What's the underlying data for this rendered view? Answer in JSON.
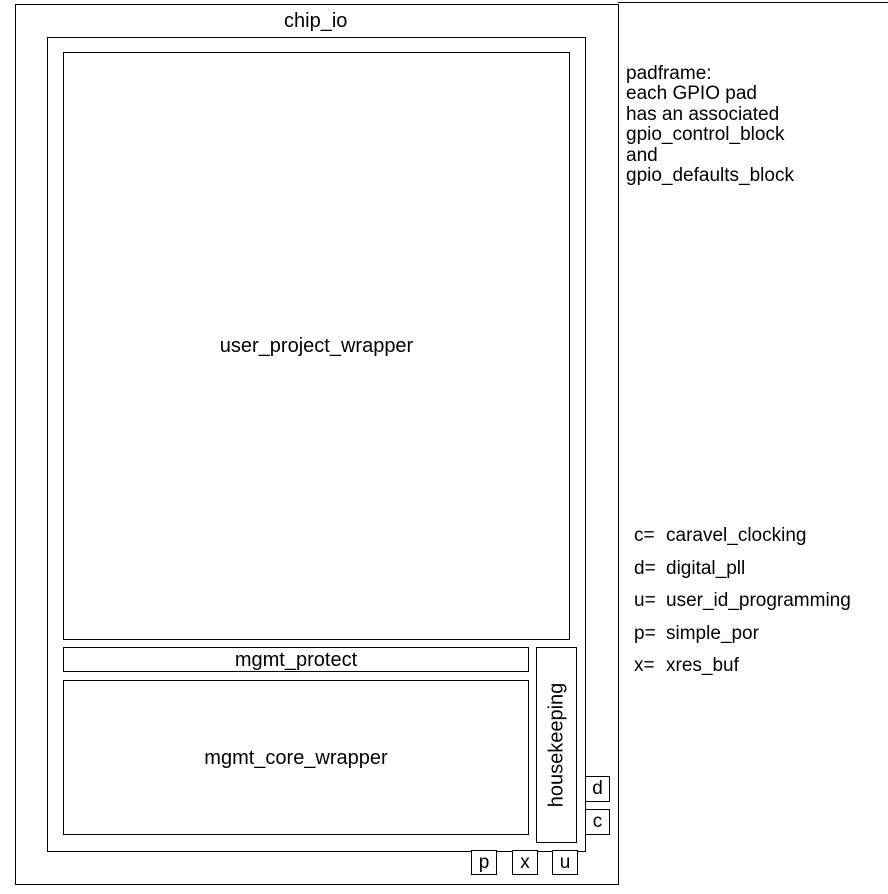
{
  "diagram": {
    "chip_io": "chip_io",
    "user_project_wrapper": "user_project_wrapper",
    "mgmt_protect": "mgmt_protect",
    "mgmt_core_wrapper": "mgmt_core_wrapper",
    "housekeeping": "housekeeping",
    "small_blocks": {
      "d": "d",
      "c": "c",
      "p": "p",
      "x": "x",
      "u": "u"
    },
    "padframe_note": [
      "padframe:",
      "each GPIO pad",
      "has an associated",
      "gpio_control_block",
      "and",
      "gpio_defaults_block"
    ],
    "legend": [
      {
        "key": "c=",
        "value": "caravel_clocking"
      },
      {
        "key": "d=",
        "value": "digital_pll"
      },
      {
        "key": "u=",
        "value": "user_id_programming"
      },
      {
        "key": "p=",
        "value": "simple_por"
      },
      {
        "key": "x=",
        "value": "xres_buf"
      }
    ]
  }
}
